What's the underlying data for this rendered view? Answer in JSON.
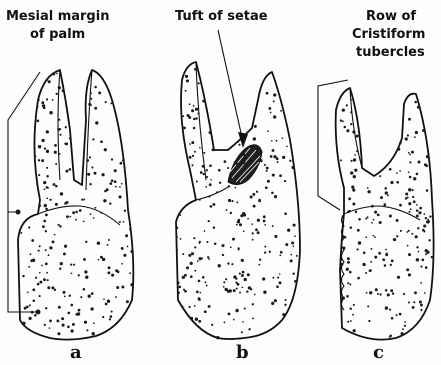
{
  "labels": {
    "mesial_margin": [
      "Mesial margin",
      "of palm"
    ],
    "tuft_of_setae": "Tuft of setae",
    "row_of_tubercles": [
      "Row of",
      "Cristiform",
      "tubercles"
    ]
  },
  "panel_letters": [
    "a",
    "b",
    "c"
  ]
}
